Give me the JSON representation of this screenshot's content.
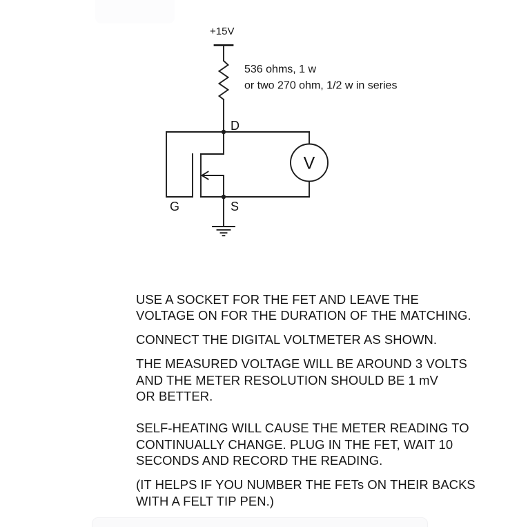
{
  "page": {
    "ink_color": "#1c1c1c",
    "background_color": "#ffffff"
  },
  "circuit": {
    "supply_label": "+15V",
    "resistor_note_line1": "536 ohms, 1 w",
    "resistor_note_line2": "or two 270 ohm, 1/2 w in series",
    "drain_label": "D",
    "gate_label": "G",
    "source_label": "S",
    "voltmeter_label": "V"
  },
  "instructions": {
    "paragraphs": [
      {
        "lines": [
          "USE A SOCKET FOR THE FET AND LEAVE THE",
          "VOLTAGE ON FOR THE DURATION OF THE MATCHING."
        ]
      },
      {
        "lines": [
          "CONNECT THE DIGITAL VOLTMETER AS SHOWN."
        ]
      },
      {
        "lines": [
          "THE MEASURED VOLTAGE WILL BE AROUND 3 VOLTS",
          "AND THE METER RESOLUTION SHOULD BE 1 mV",
          "OR BETTER."
        ]
      },
      {
        "lines": [
          "SELF-HEATING WILL CAUSE THE METER READING TO",
          "CONTINUALLY CHANGE. PLUG IN THE FET, WAIT 10",
          "SECONDS AND RECORD THE READING."
        ]
      },
      {
        "lines": [
          "(IT HELPS IF YOU NUMBER THE FETs ON THEIR BACKS",
          "WITH A FELT TIP PEN.)"
        ]
      }
    ]
  }
}
